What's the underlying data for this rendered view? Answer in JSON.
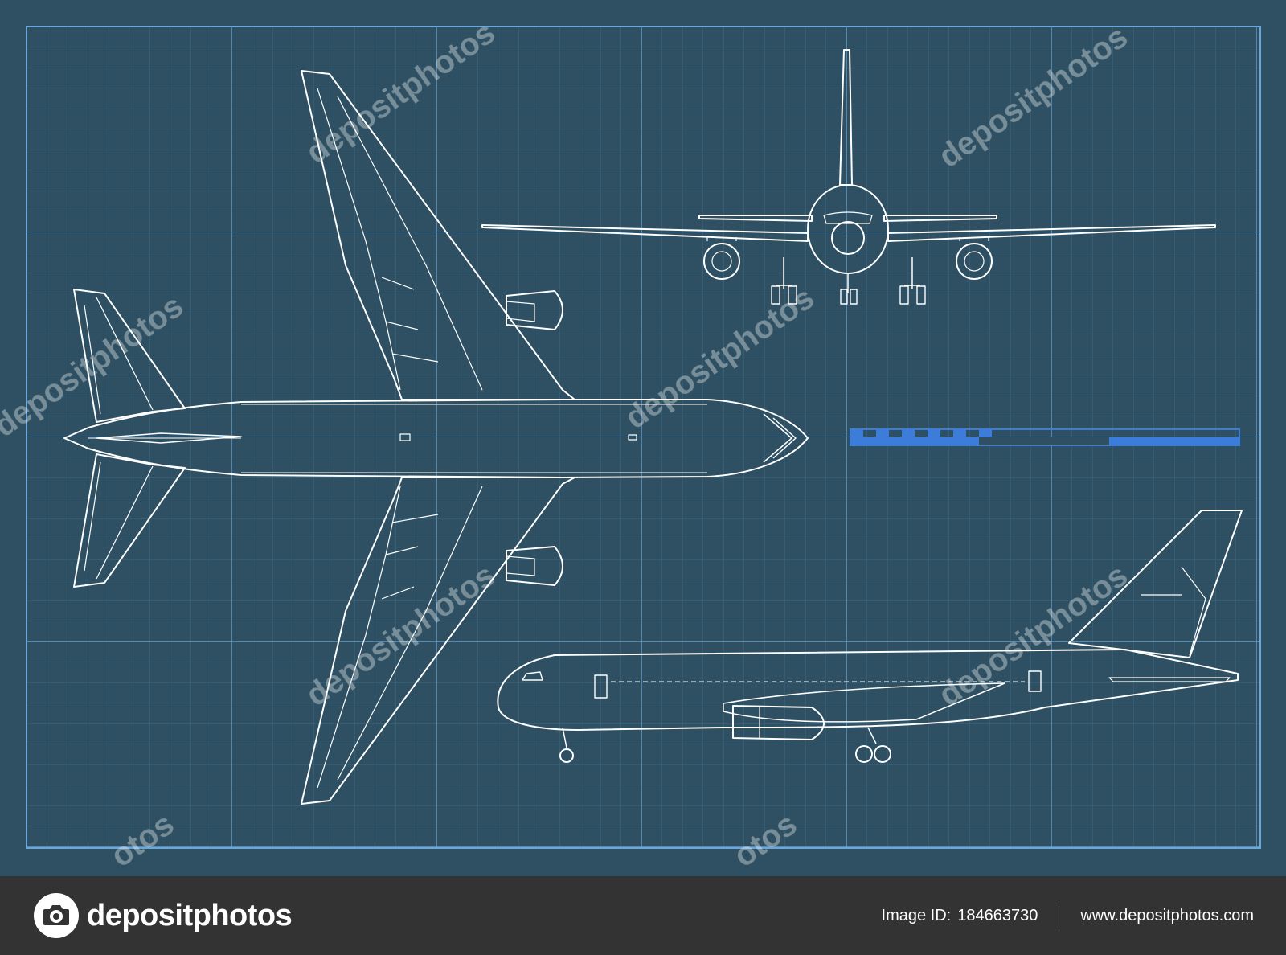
{
  "colors": {
    "background": "#2e5062",
    "grid_minor": "#4479a0",
    "grid_major": "#6aa7dc",
    "outline": "#ffffff",
    "scale_bar": "#3b7dd8",
    "footer": "#333333"
  },
  "views": [
    "top-view",
    "front-view",
    "side-view"
  ],
  "watermark": {
    "text": "depositphotos",
    "partial_text": "otos"
  },
  "footer": {
    "brand": "depositphotos",
    "image_id_label": "Image ID:",
    "image_id": "184663730",
    "website": "www.depositphotos.com"
  }
}
